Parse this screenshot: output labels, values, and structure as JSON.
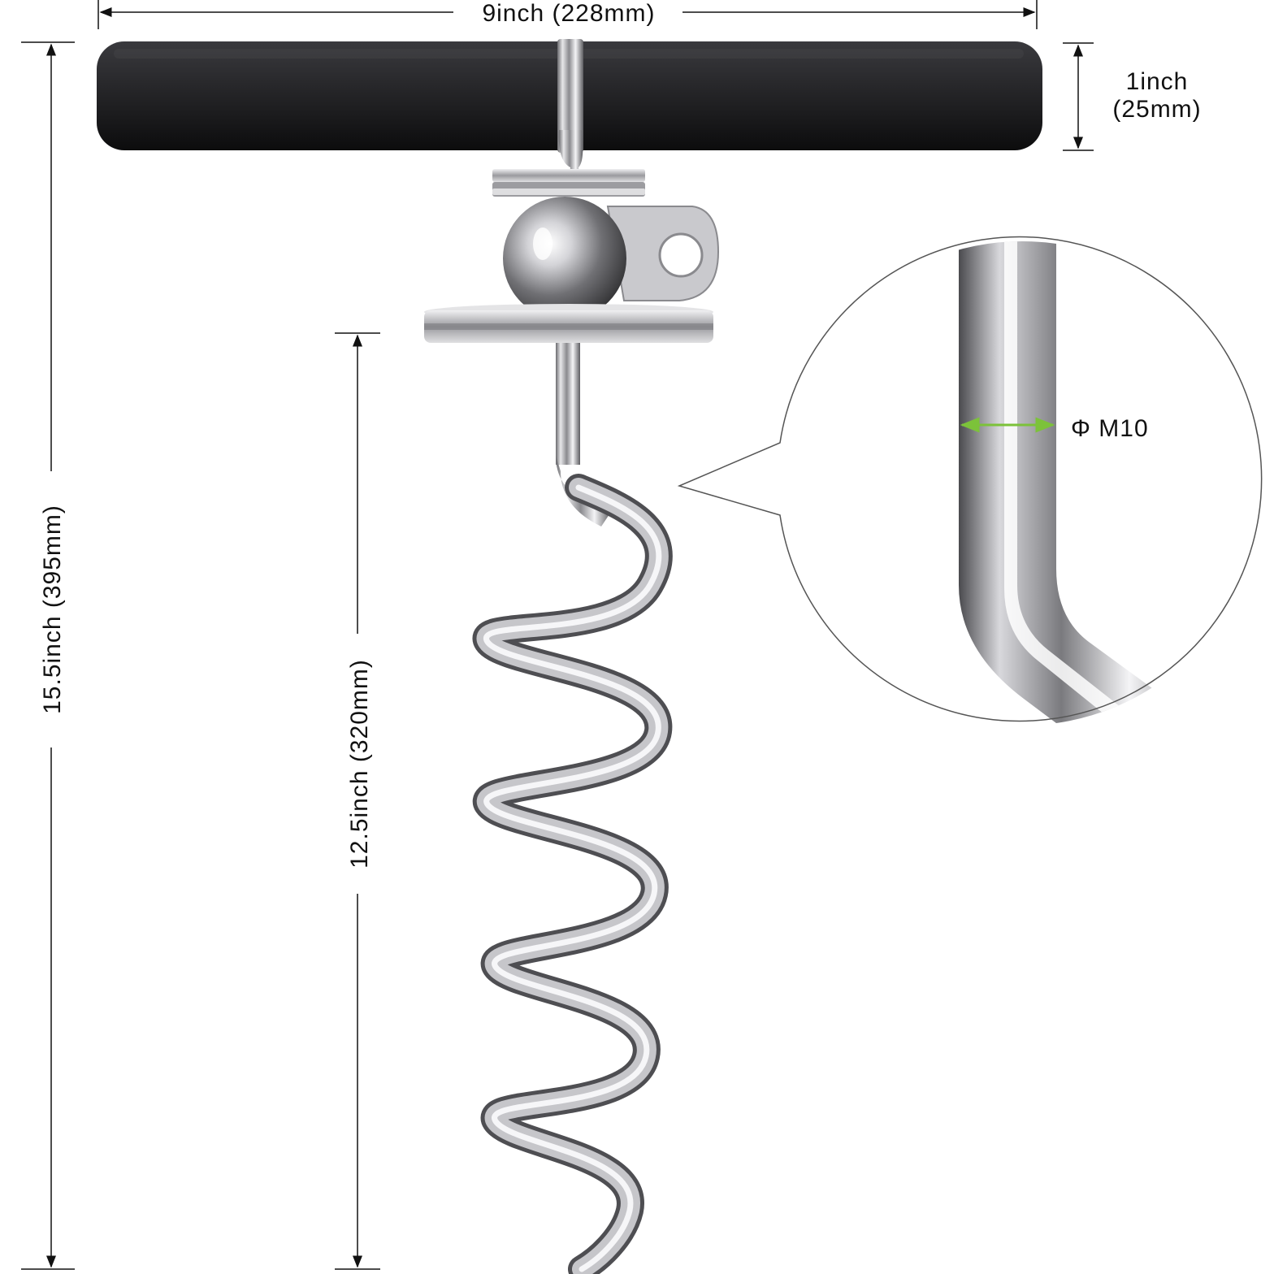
{
  "dimensions": {
    "width_label": "9inch (228mm)",
    "handle_diameter_label_line1": "1inch",
    "handle_diameter_label_line2": "(25mm)",
    "total_length_label": "15.5inch (395mm)",
    "spiral_length_label": "12.5inch (320mm)",
    "rod_diameter_label": "Φ M10"
  },
  "colors": {
    "handle": "#1c1c1e",
    "chrome": "#b8b8bc",
    "accent_arrow": "#7cc23a",
    "dimension_line": "#111111"
  }
}
